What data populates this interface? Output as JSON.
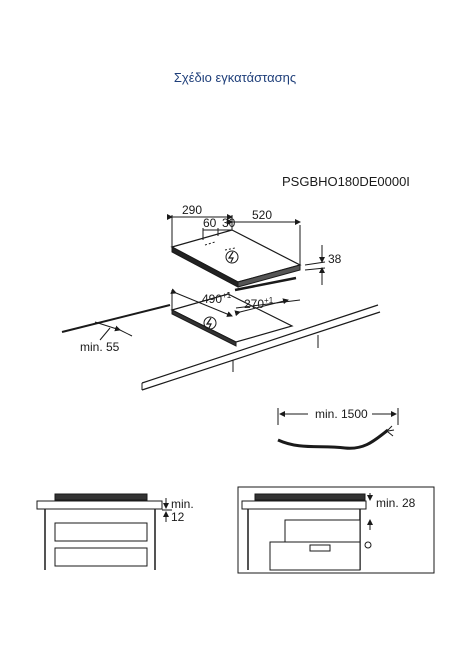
{
  "header": {
    "title": "Σχέδιο εγκατάστασης",
    "model": "PSGBHO180DE0000I"
  },
  "hob": {
    "width_label": "520",
    "depth_label": "290",
    "inner_a_label": "60",
    "inner_b_label": "30",
    "height_label": "38",
    "power_icon": "lightning-icon"
  },
  "cutout": {
    "width_label": "490",
    "width_tol": "+1",
    "depth_label": "270",
    "depth_tol": "+1",
    "front_margin_label": "min. 55",
    "power_icon": "lightning-icon"
  },
  "cable": {
    "length_label": "min. 1500"
  },
  "side_views": {
    "left_clearance_label": "min.",
    "left_clearance_value": "12",
    "right_clearance_label": "min. 28"
  }
}
